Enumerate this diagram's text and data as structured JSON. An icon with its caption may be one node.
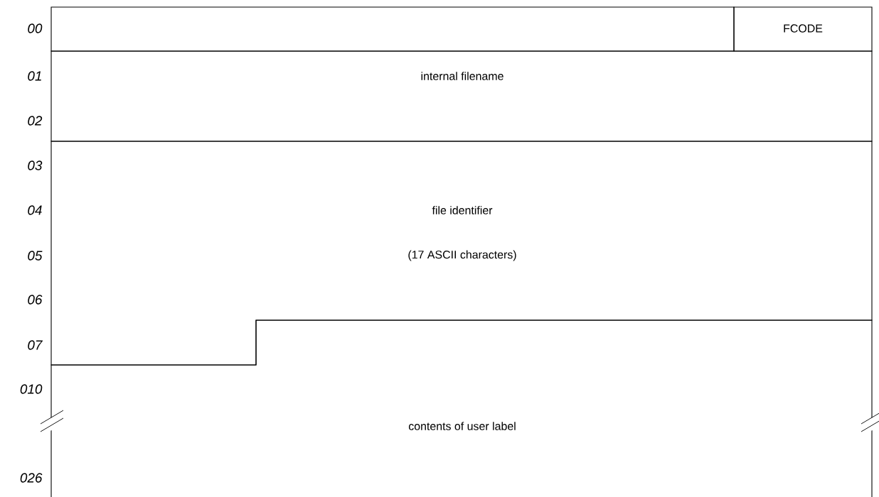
{
  "diagram": {
    "nodes": [
      {
        "text": [],
        "shape": "box"
      },
      {
        "text": [
          "FCODE"
        ]
      },
      {
        "text": [
          "internal filename"
        ]
      },
      {
        "text": [
          "file identifier",
          "(17 ASCII characters)"
        ]
      },
      {
        "text": [
          "contents of user label"
        ]
      }
    ],
    "labels": [
      "00",
      "01",
      "02",
      "03",
      "04",
      "05",
      "06",
      "07",
      "010",
      "026"
    ]
  }
}
